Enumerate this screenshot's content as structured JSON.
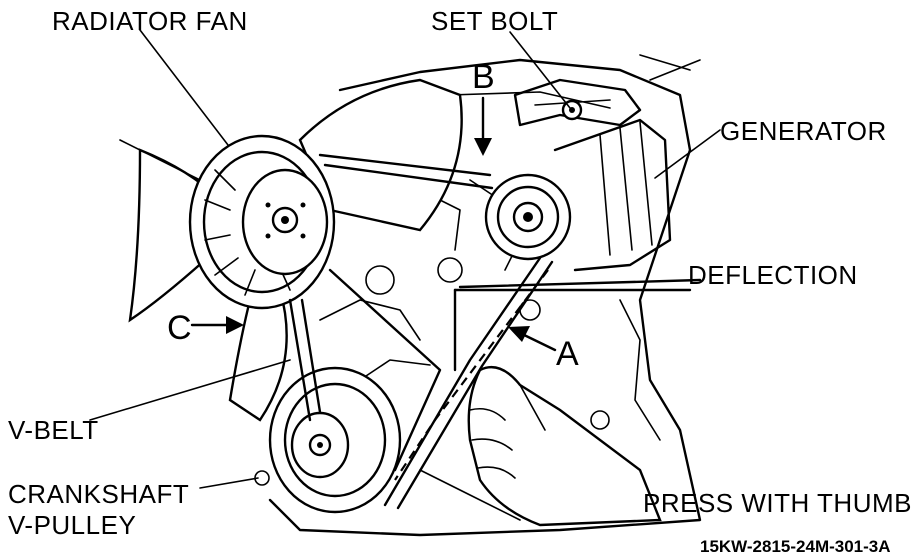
{
  "labels": {
    "radiator_fan": "RADIATOR FAN",
    "set_bolt": "SET BOLT",
    "generator": "GENERATOR",
    "deflection": "DEFLECTION",
    "v_belt": "V-BELT",
    "crankshaft_line1": "CRANKSHAFT",
    "crankshaft_line2": "V-PULLEY",
    "press_with_thumb": "PRESS WITH THUMB",
    "figure_code": "15KW-2815-24M-301-3A"
  },
  "check_points": {
    "a": "A",
    "b": "B",
    "c": "C"
  }
}
